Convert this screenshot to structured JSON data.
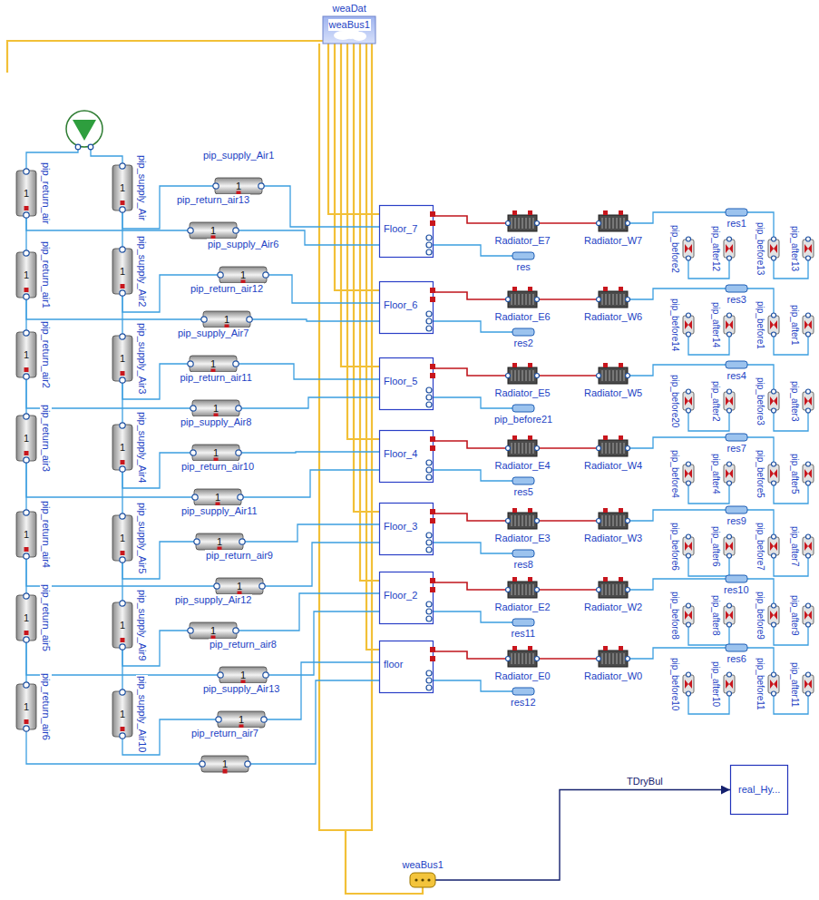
{
  "diagram": {
    "nodes": [
      {
        "text": [
          "weaDat"
        ]
      },
      {
        "text": [
          "1",
          "pip_return_air"
        ]
      },
      {
        "text": [
          "1",
          "pip_return_air1"
        ]
      },
      {
        "text": [
          "1",
          "pip_return_air2"
        ]
      },
      {
        "text": [
          "1",
          "pip_return_air3"
        ]
      },
      {
        "text": [
          "1",
          "pip_return_air4"
        ]
      },
      {
        "text": [
          "1",
          "pip_return_air5"
        ]
      },
      {
        "text": [
          "1",
          "pip_return_air6"
        ]
      },
      {
        "text": [
          "1",
          "pip_supply_Air"
        ]
      },
      {
        "text": [
          "1",
          "pip_supply_Air2"
        ]
      },
      {
        "text": [
          "1",
          "pip_supply_Air3"
        ]
      },
      {
        "text": [
          "1",
          "pip_supply_Air4"
        ]
      },
      {
        "text": [
          "1",
          "pip_supply_Air5"
        ]
      },
      {
        "text": [
          "1",
          "pip_supply_Air9"
        ]
      },
      {
        "text": [
          "1",
          "pip_supply_Air10"
        ]
      },
      {
        "text": [
          "1",
          "pip_supply_Air1"
        ]
      },
      {
        "text": [
          "1",
          "pip_return_air13"
        ]
      },
      {
        "text": [
          "1",
          "pip_supply_Air6"
        ]
      },
      {
        "text": [
          "1",
          "pip_return_air12"
        ]
      },
      {
        "text": [
          "1",
          "pip_supply_Air7"
        ]
      },
      {
        "text": [
          "1",
          "pip_return_air11"
        ]
      },
      {
        "text": [
          "1",
          "pip_supply_Air8"
        ]
      },
      {
        "text": [
          "1",
          "pip_return_air10"
        ]
      },
      {
        "text": [
          "1",
          "pip_supply_Air11"
        ]
      },
      {
        "text": [
          "1",
          "pip_return_air9"
        ]
      },
      {
        "text": [
          "1",
          "pip_supply_Air12"
        ]
      },
      {
        "text": [
          "1",
          "pip_return_air8"
        ]
      },
      {
        "text": [
          "1",
          "pip_supply_Air13"
        ]
      },
      {
        "text": [
          "1",
          "pip_return_air7"
        ]
      },
      {
        "text": [
          "Floor_7"
        ]
      },
      {
        "text": [
          "Floor_6"
        ]
      },
      {
        "text": [
          "Floor_5"
        ]
      },
      {
        "text": [
          "Floor_4"
        ]
      },
      {
        "text": [
          "Floor_3"
        ]
      },
      {
        "text": [
          "Floor_2"
        ]
      },
      {
        "text": [
          "floor"
        ]
      },
      {
        "text": [
          "Radiator_E7"
        ]
      },
      {
        "text": [
          "Radiator_W7"
        ]
      },
      {
        "text": [
          "res"
        ]
      },
      {
        "text": [
          "res1"
        ]
      },
      {
        "text": [
          "pip_before2"
        ]
      },
      {
        "text": [
          "pip_after12"
        ]
      },
      {
        "text": [
          "pip_before13"
        ]
      },
      {
        "text": [
          "pip_after13"
        ]
      },
      {
        "text": [
          "Radiator_E6"
        ]
      },
      {
        "text": [
          "Radiator_W6"
        ]
      },
      {
        "text": [
          "res2"
        ]
      },
      {
        "text": [
          "res3"
        ]
      },
      {
        "text": [
          "pip_before14"
        ]
      },
      {
        "text": [
          "pip_after14"
        ]
      },
      {
        "text": [
          "pip_before1"
        ]
      },
      {
        "text": [
          "pip_after1"
        ]
      },
      {
        "text": [
          "Radiator_E5"
        ]
      },
      {
        "text": [
          "Radiator_W5"
        ]
      },
      {
        "text": [
          "pip_before21"
        ]
      },
      {
        "text": [
          "res4"
        ]
      },
      {
        "text": [
          "pip_before20"
        ]
      },
      {
        "text": [
          "pip_after2"
        ]
      },
      {
        "text": [
          "pip_before3"
        ]
      },
      {
        "text": [
          "pip_after3"
        ]
      },
      {
        "text": [
          "Radiator_E4"
        ]
      },
      {
        "text": [
          "Radiator_W4"
        ]
      },
      {
        "text": [
          "res5"
        ]
      },
      {
        "text": [
          "res7"
        ]
      },
      {
        "text": [
          "pip_before4"
        ]
      },
      {
        "text": [
          "pip_after4"
        ]
      },
      {
        "text": [
          "pip_before5"
        ]
      },
      {
        "text": [
          "pip_after5"
        ]
      },
      {
        "text": [
          "Radiator_E3"
        ]
      },
      {
        "text": [
          "Radiator_W3"
        ]
      },
      {
        "text": [
          "res8"
        ]
      },
      {
        "text": [
          "res9"
        ]
      },
      {
        "text": [
          "pip_before6"
        ]
      },
      {
        "text": [
          "pip_after6"
        ]
      },
      {
        "text": [
          "pip_before7"
        ]
      },
      {
        "text": [
          "pip_after7"
        ]
      },
      {
        "text": [
          "Radiator_E2"
        ]
      },
      {
        "text": [
          "Radiator_W2"
        ]
      },
      {
        "text": [
          "res11"
        ]
      },
      {
        "text": [
          "res10"
        ]
      },
      {
        "text": [
          "pip_before8"
        ]
      },
      {
        "text": [
          "pip_after8"
        ]
      },
      {
        "text": [
          "pip_before9"
        ]
      },
      {
        "text": [
          "pip_after9"
        ]
      },
      {
        "text": [
          "Radiator_E0"
        ]
      },
      {
        "text": [
          "Radiator_W0"
        ]
      },
      {
        "text": [
          "res12"
        ]
      },
      {
        "text": [
          "res6"
        ]
      },
      {
        "text": [
          "pip_before10"
        ]
      },
      {
        "text": [
          "pip_after10"
        ]
      },
      {
        "text": [
          "pip_before11"
        ]
      },
      {
        "text": [
          "pip_after11"
        ]
      },
      {
        "text": [
          "weaBus1"
        ]
      },
      {
        "text": [
          "real_Hy..."
        ]
      }
    ],
    "edges": [
      {
        "from": 0,
        "to": 29,
        "arrow": "none"
      },
      {
        "from": 0,
        "to": 30,
        "arrow": "none"
      },
      {
        "from": 0,
        "to": 31,
        "arrow": "none"
      },
      {
        "from": 0,
        "to": 32,
        "arrow": "none"
      },
      {
        "from": 0,
        "to": 33,
        "arrow": "none"
      },
      {
        "from": 0,
        "to": 34,
        "arrow": "none"
      },
      {
        "from": 0,
        "to": 35,
        "arrow": "none"
      },
      {
        "from": 1,
        "to": 2,
        "arrow": "none"
      },
      {
        "from": 2,
        "to": 3,
        "arrow": "none"
      },
      {
        "from": 3,
        "to": 4,
        "arrow": "none"
      },
      {
        "from": 4,
        "to": 5,
        "arrow": "none"
      },
      {
        "from": 5,
        "to": 6,
        "arrow": "none"
      },
      {
        "from": 6,
        "to": 7,
        "arrow": "none"
      },
      {
        "from": 8,
        "to": 9,
        "arrow": "none"
      },
      {
        "from": 9,
        "to": 10,
        "arrow": "none"
      },
      {
        "from": 10,
        "to": 11,
        "arrow": "none"
      },
      {
        "from": 11,
        "to": 12,
        "arrow": "none"
      },
      {
        "from": 12,
        "to": 13,
        "arrow": "none"
      },
      {
        "from": 13,
        "to": 14,
        "arrow": "none"
      },
      {
        "from": 8,
        "to": 15,
        "arrow": "none"
      },
      {
        "from": 9,
        "to": 17,
        "arrow": "none"
      },
      {
        "from": 10,
        "to": 19,
        "arrow": "none"
      },
      {
        "from": 11,
        "to": 21,
        "arrow": "none"
      },
      {
        "from": 12,
        "to": 23,
        "arrow": "none"
      },
      {
        "from": 13,
        "to": 25,
        "arrow": "none"
      },
      {
        "from": 14,
        "to": 27,
        "arrow": "none"
      },
      {
        "from": 15,
        "to": 29,
        "arrow": "none"
      },
      {
        "from": 17,
        "to": 30,
        "arrow": "none"
      },
      {
        "from": 19,
        "to": 31,
        "arrow": "none"
      },
      {
        "from": 21,
        "to": 32,
        "arrow": "none"
      },
      {
        "from": 23,
        "to": 33,
        "arrow": "none"
      },
      {
        "from": 25,
        "to": 34,
        "arrow": "none"
      },
      {
        "from": 27,
        "to": 35,
        "arrow": "none"
      },
      {
        "from": 29,
        "to": 16,
        "arrow": "none"
      },
      {
        "from": 30,
        "to": 18,
        "arrow": "none"
      },
      {
        "from": 31,
        "to": 20,
        "arrow": "none"
      },
      {
        "from": 32,
        "to": 22,
        "arrow": "none"
      },
      {
        "from": 33,
        "to": 24,
        "arrow": "none"
      },
      {
        "from": 34,
        "to": 26,
        "arrow": "none"
      },
      {
        "from": 35,
        "to": 28,
        "arrow": "none"
      },
      {
        "from": 16,
        "to": 1,
        "arrow": "none"
      },
      {
        "from": 18,
        "to": 2,
        "arrow": "none"
      },
      {
        "from": 20,
        "to": 3,
        "arrow": "none"
      },
      {
        "from": 22,
        "to": 4,
        "arrow": "none"
      },
      {
        "from": 24,
        "to": 5,
        "arrow": "none"
      },
      {
        "from": 26,
        "to": 6,
        "arrow": "none"
      },
      {
        "from": 28,
        "to": 7,
        "arrow": "none"
      },
      {
        "from": 29,
        "to": 36,
        "arrow": "none"
      },
      {
        "from": 36,
        "to": 37,
        "arrow": "none"
      },
      {
        "from": 29,
        "to": 38,
        "arrow": "none"
      },
      {
        "from": 37,
        "to": 39,
        "arrow": "none"
      },
      {
        "from": 39,
        "to": 42,
        "arrow": "none"
      },
      {
        "from": 40,
        "to": 41,
        "arrow": "none"
      },
      {
        "from": 42,
        "to": 43,
        "arrow": "none"
      },
      {
        "from": 30,
        "to": 44,
        "arrow": "none"
      },
      {
        "from": 44,
        "to": 45,
        "arrow": "none"
      },
      {
        "from": 30,
        "to": 46,
        "arrow": "none"
      },
      {
        "from": 45,
        "to": 47,
        "arrow": "none"
      },
      {
        "from": 47,
        "to": 50,
        "arrow": "none"
      },
      {
        "from": 48,
        "to": 49,
        "arrow": "none"
      },
      {
        "from": 50,
        "to": 51,
        "arrow": "none"
      },
      {
        "from": 31,
        "to": 52,
        "arrow": "none"
      },
      {
        "from": 52,
        "to": 53,
        "arrow": "none"
      },
      {
        "from": 31,
        "to": 54,
        "arrow": "none"
      },
      {
        "from": 53,
        "to": 55,
        "arrow": "none"
      },
      {
        "from": 55,
        "to": 58,
        "arrow": "none"
      },
      {
        "from": 56,
        "to": 57,
        "arrow": "none"
      },
      {
        "from": 58,
        "to": 59,
        "arrow": "none"
      },
      {
        "from": 32,
        "to": 60,
        "arrow": "none"
      },
      {
        "from": 60,
        "to": 61,
        "arrow": "none"
      },
      {
        "from": 32,
        "to": 62,
        "arrow": "none"
      },
      {
        "from": 61,
        "to": 63,
        "arrow": "none"
      },
      {
        "from": 63,
        "to": 66,
        "arrow": "none"
      },
      {
        "from": 64,
        "to": 65,
        "arrow": "none"
      },
      {
        "from": 66,
        "to": 67,
        "arrow": "none"
      },
      {
        "from": 33,
        "to": 68,
        "arrow": "none"
      },
      {
        "from": 68,
        "to": 69,
        "arrow": "none"
      },
      {
        "from": 33,
        "to": 70,
        "arrow": "none"
      },
      {
        "from": 69,
        "to": 71,
        "arrow": "none"
      },
      {
        "from": 71,
        "to": 74,
        "arrow": "none"
      },
      {
        "from": 72,
        "to": 73,
        "arrow": "none"
      },
      {
        "from": 74,
        "to": 75,
        "arrow": "none"
      },
      {
        "from": 34,
        "to": 76,
        "arrow": "none"
      },
      {
        "from": 76,
        "to": 77,
        "arrow": "none"
      },
      {
        "from": 34,
        "to": 78,
        "arrow": "none"
      },
      {
        "from": 77,
        "to": 79,
        "arrow": "none"
      },
      {
        "from": 79,
        "to": 82,
        "arrow": "none"
      },
      {
        "from": 80,
        "to": 81,
        "arrow": "none"
      },
      {
        "from": 82,
        "to": 83,
        "arrow": "none"
      },
      {
        "from": 35,
        "to": 84,
        "arrow": "none"
      },
      {
        "from": 84,
        "to": 85,
        "arrow": "none"
      },
      {
        "from": 35,
        "to": 86,
        "arrow": "none"
      },
      {
        "from": 85,
        "to": 87,
        "arrow": "none"
      },
      {
        "from": 87,
        "to": 90,
        "arrow": "none"
      },
      {
        "from": 88,
        "to": 89,
        "arrow": "none"
      },
      {
        "from": 90,
        "to": 91,
        "arrow": "none"
      },
      {
        "from": 92,
        "to": 93,
        "arrow": "to",
        "label": "TDryBul"
      }
    ],
    "labels": [
      "weaBus1"
    ]
  }
}
